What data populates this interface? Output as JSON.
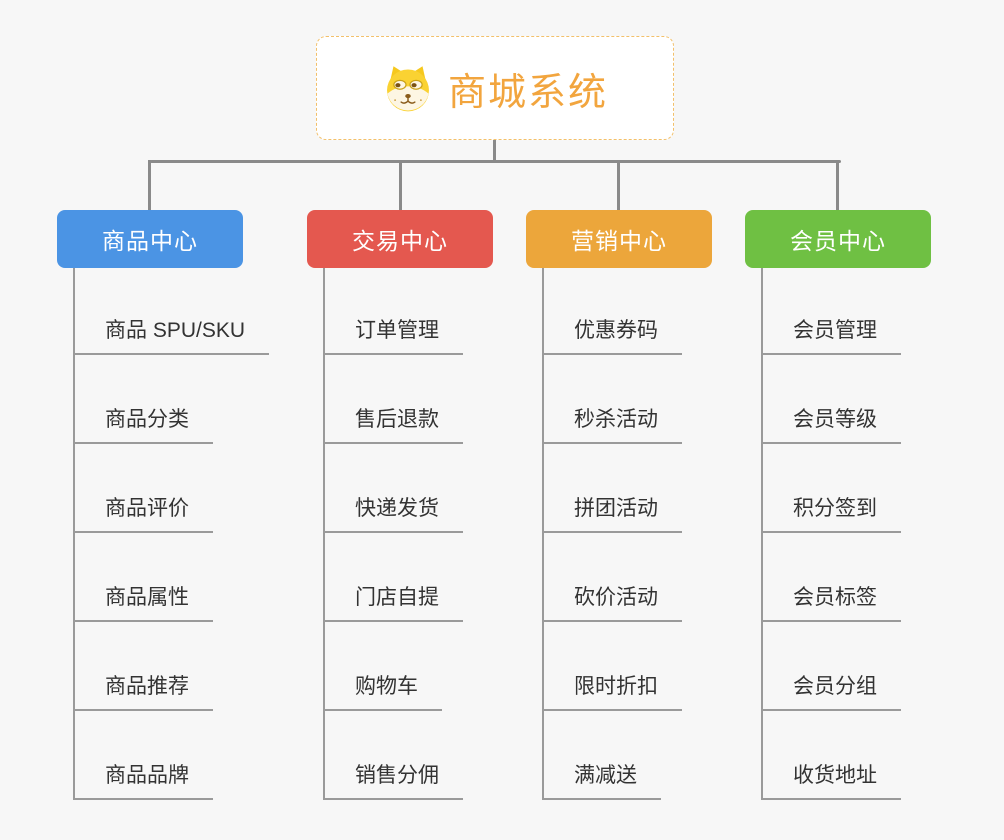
{
  "canvas": {
    "background_color": "#f7f7f7"
  },
  "connectors": {
    "color": "#8a8a8a",
    "child_line_color": "#9a9a9a"
  },
  "root": {
    "title": "商城系统",
    "icon": "dog-face-icon",
    "text_color": "#f2a53e",
    "border_color": "#f3c06a",
    "background_color": "#ffffff"
  },
  "branches": [
    {
      "label": "商品中心",
      "color": "#4b94e4",
      "children": [
        "商品 SPU/SKU",
        "商品分类",
        "商品评价",
        "商品属性",
        "商品推荐",
        "商品品牌"
      ]
    },
    {
      "label": "交易中心",
      "color": "#e4584f",
      "children": [
        "订单管理",
        "售后退款",
        "快递发货",
        "门店自提",
        "购物车",
        "销售分佣"
      ]
    },
    {
      "label": "营销中心",
      "color": "#eca63b",
      "children": [
        "优惠券码",
        "秒杀活动",
        "拼团活动",
        "砍价活动",
        "限时折扣",
        "满减送"
      ]
    },
    {
      "label": "会员中心",
      "color": "#6fc043",
      "children": [
        "会员管理",
        "会员等级",
        "积分签到",
        "会员标签",
        "会员分组",
        "收货地址"
      ]
    }
  ]
}
